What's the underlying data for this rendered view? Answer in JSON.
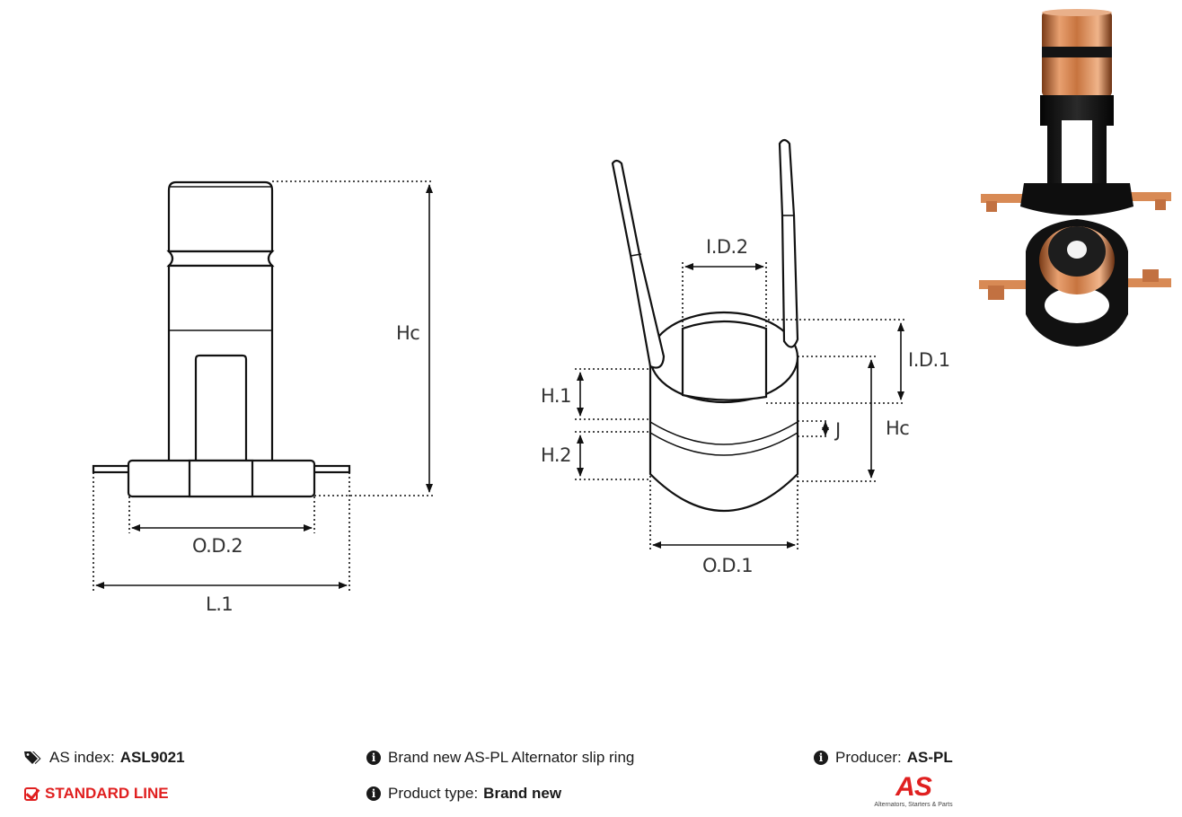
{
  "drawing": {
    "left_part": {
      "labels": {
        "hc": "Hc",
        "od2": "O.D.2",
        "l1": "L.1"
      }
    },
    "right_part": {
      "labels": {
        "id2": "I.D.2",
        "id1": "I.D.1",
        "h1": "H.1",
        "h2": "H.2",
        "j": "J",
        "hc": "Hc",
        "od1": "O.D.1"
      }
    },
    "photo": {
      "icon": "slip-ring-photo",
      "colors": {
        "copper": "#c7743f",
        "plastic": "#1b1b1b",
        "terminal": "#d88a55"
      }
    }
  },
  "info": {
    "as_index": {
      "icon": "tag-icon",
      "label": "AS index:",
      "value": "ASL9021"
    },
    "line": {
      "icon": "checkbox-icon",
      "value": "STANDARD LINE",
      "color": "#e02020"
    },
    "description": {
      "icon": "info-icon",
      "value": "Brand new AS-PL Alternator slip ring"
    },
    "product_type": {
      "icon": "info-icon",
      "label": "Product type:",
      "value": "Brand new"
    },
    "producer": {
      "icon": "info-icon",
      "label": "Producer:",
      "value": "AS-PL"
    }
  },
  "logo": {
    "mark": "AS",
    "tagline": "Alternators, Starters & Parts",
    "color": "#e02020"
  }
}
